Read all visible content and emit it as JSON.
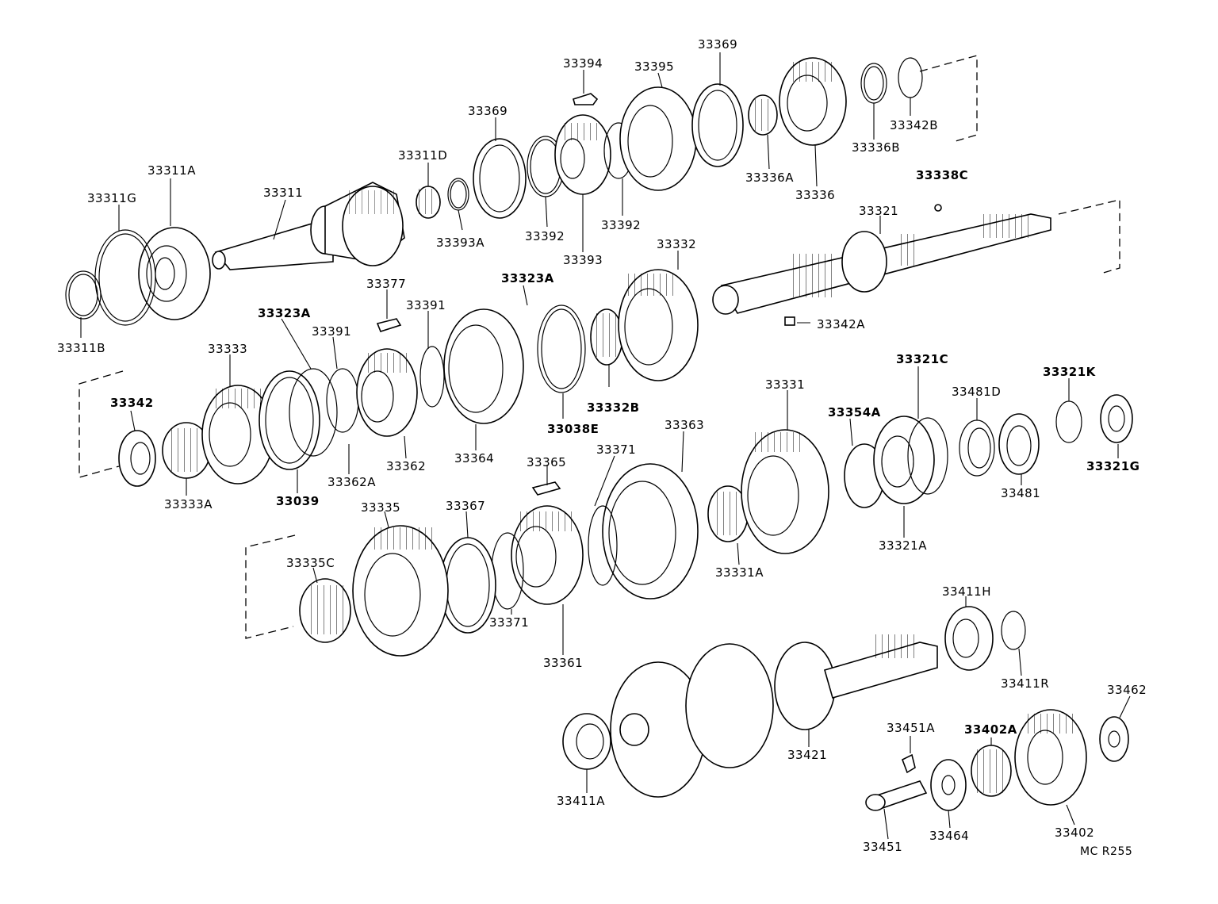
{
  "part_labels": {
    "p33394": "33394",
    "p33369_top": "33369",
    "p33395": "33395",
    "p33369_mid": "33369",
    "p33311d": "33311D",
    "p33311a": "33311A",
    "p33311g": "33311G",
    "p33311": "33311",
    "p33393a": "33393A",
    "p33392_a": "33392",
    "p33393": "33393",
    "p33392_b": "33392",
    "p33336a": "33336A",
    "p33336": "33336",
    "p33336b": "33336B",
    "p33342b": "33342B",
    "p33338c": "33338C",
    "p33321": "33321",
    "p33311b": "33311B",
    "p33377": "33377",
    "p33323a_top": "33323A",
    "p33332": "33332",
    "p33391_a": "33391",
    "p33323a_left": "33323A",
    "p33391_b": "33391",
    "p33342a": "33342A",
    "p33333": "33333",
    "p33342": "33342",
    "p33332b": "33332B",
    "p33038e": "33038E",
    "p33321c": "33321C",
    "p33331": "33331",
    "p33354a": "33354A",
    "p33481d": "33481D",
    "p33321k": "33321K",
    "p33363": "33363",
    "p33364": "33364",
    "p33362": "33362",
    "p33362a": "33362A",
    "p33333a": "33333A",
    "p33039": "33039",
    "p33365": "33365",
    "p33371_top": "33371",
    "p33321g": "33321G",
    "p33481": "33481",
    "p33335": "33335",
    "p33367": "33367",
    "p33335c": "33335C",
    "p33331a": "33331A",
    "p33321a": "33321A",
    "p33411h": "33411H",
    "p33371_bot": "33371",
    "p33361": "33361",
    "p33411r": "33411R",
    "p33462": "33462",
    "p33421": "33421",
    "p33451a": "33451A",
    "p33402a": "33402A",
    "p33411a": "33411A",
    "p33451": "33451",
    "p33464": "33464",
    "p33402": "33402"
  },
  "drawing_code": "MC R255"
}
